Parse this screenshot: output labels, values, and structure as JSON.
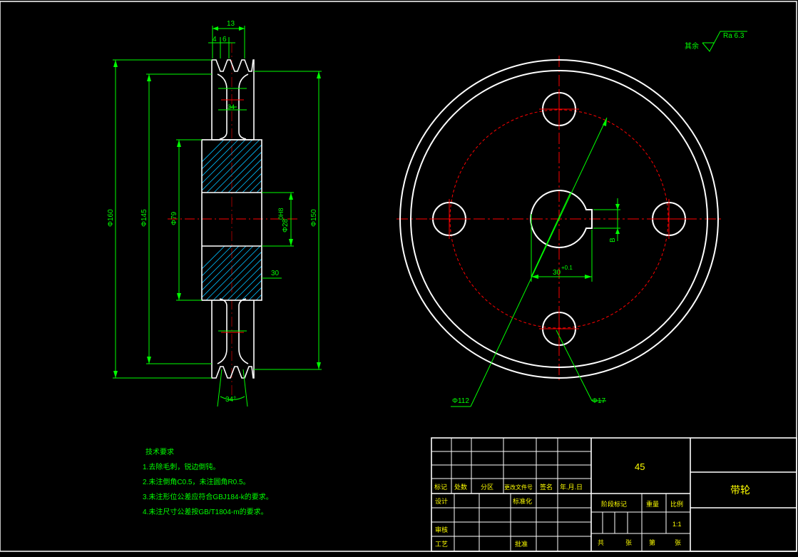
{
  "colors": {
    "background": "#000000",
    "outline": "#ffffff",
    "dimension": "#00ff00",
    "centerline": "#ff0000",
    "hatch": "#00bfff",
    "title_text": "#ffff00"
  },
  "surface_finish": {
    "prefix": "其余",
    "value": "Ra 6.3"
  },
  "side_view": {
    "dims": {
      "top_width": "13",
      "top_a": "4",
      "top_b": "6",
      "groove_depth": "34",
      "dia_outer": "Φ160",
      "dia_pitch": "Φ145",
      "dia_hub": "Φ79",
      "dia_bore": "Φ28",
      "bore_tol": "0H8",
      "dia_right": "Φ150",
      "hub_width": "30",
      "groove_angle": "34°"
    }
  },
  "front_view": {
    "dims": {
      "pcd": "Φ112",
      "hole": "Φ17",
      "keyway_width": "B",
      "keyway_depth": "30",
      "keyway_tol": "+0.1"
    }
  },
  "tech_requirements": {
    "title": "技术要求",
    "items": [
      "1.去除毛刺，锐边倒钝。",
      "2.未注倒角C0.5，未注圆角R0.5。",
      "3.未注形位公差应符合GBJ184-k的要求。",
      "4.未注尺寸公差按GB/T1804-m的要求。"
    ]
  },
  "title_block": {
    "material": "45",
    "part_name": "带轮",
    "rev_headers": [
      "标记",
      "处数",
      "分区",
      "更改文件号",
      "签名",
      "年.月.日"
    ],
    "design": "设计",
    "standardize": "标准化",
    "stage_mark": "阶段标记",
    "weight": "重量",
    "scale": "比例",
    "scale_value": "1:1",
    "review": "审核",
    "process": "工艺",
    "approve": "批准",
    "total": "共",
    "sheets": "张",
    "page_no": "第",
    "sheet": "张"
  }
}
